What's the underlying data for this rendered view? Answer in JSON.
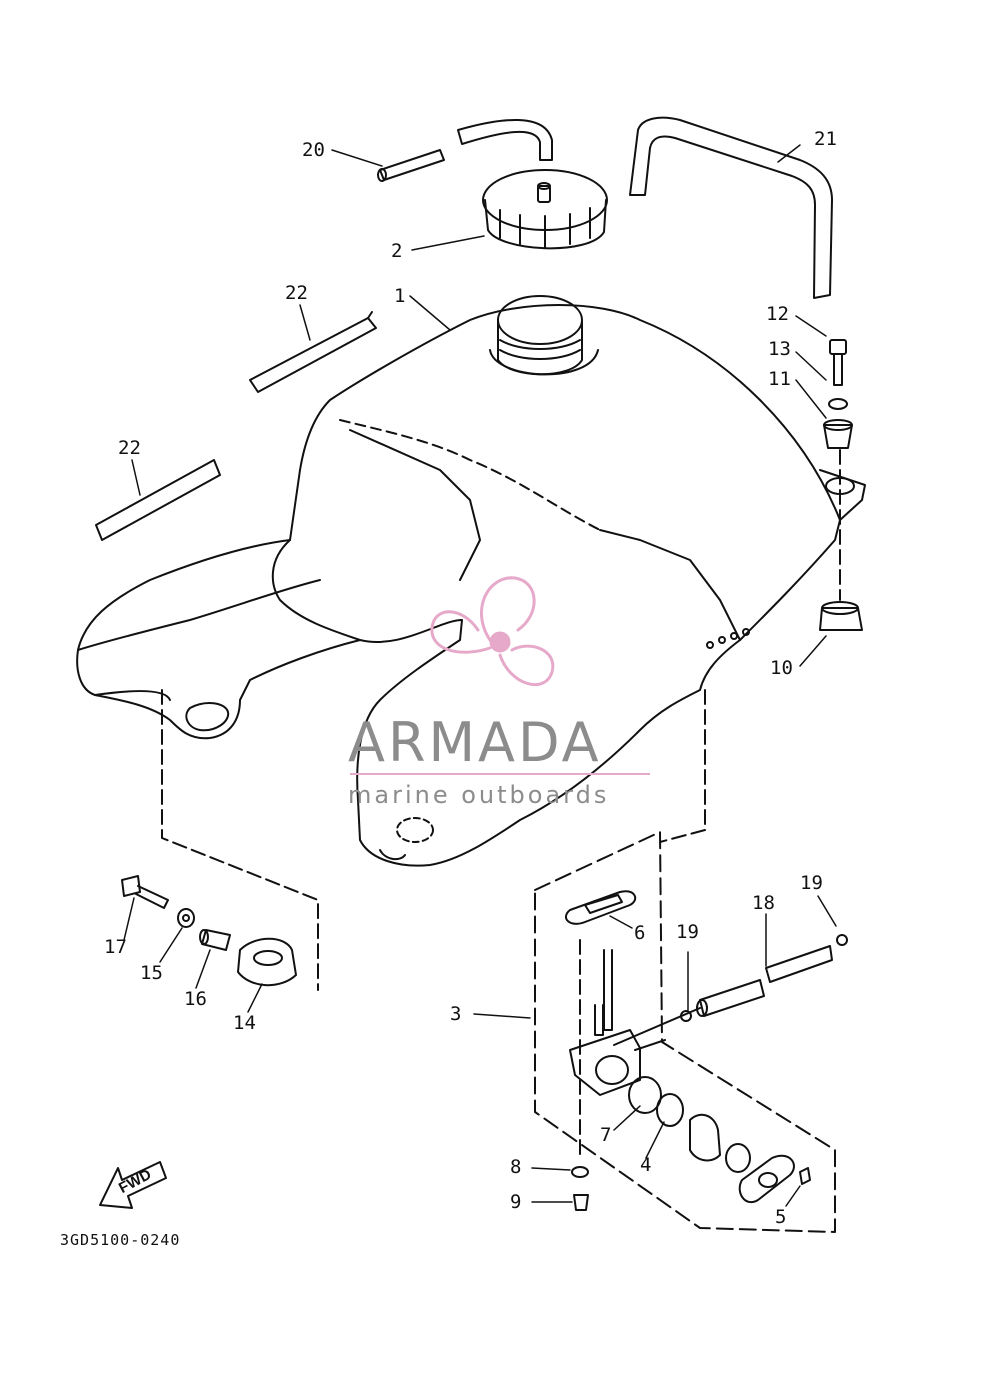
{
  "diagram": {
    "catalog_code": "3GD5100-0240",
    "direction_marker": "FWD",
    "callouts": [
      "1",
      "2",
      "3",
      "4",
      "5",
      "6",
      "7",
      "8",
      "9",
      "10",
      "11",
      "12",
      "13",
      "14",
      "15",
      "16",
      "17",
      "18",
      "19",
      "19",
      "20",
      "21",
      "22",
      "22"
    ]
  },
  "watermark": {
    "brand": "ARMADA",
    "tagline": "marine outboards",
    "accent_color": "#e6a9c9",
    "text_color": "#8c8c8c"
  }
}
